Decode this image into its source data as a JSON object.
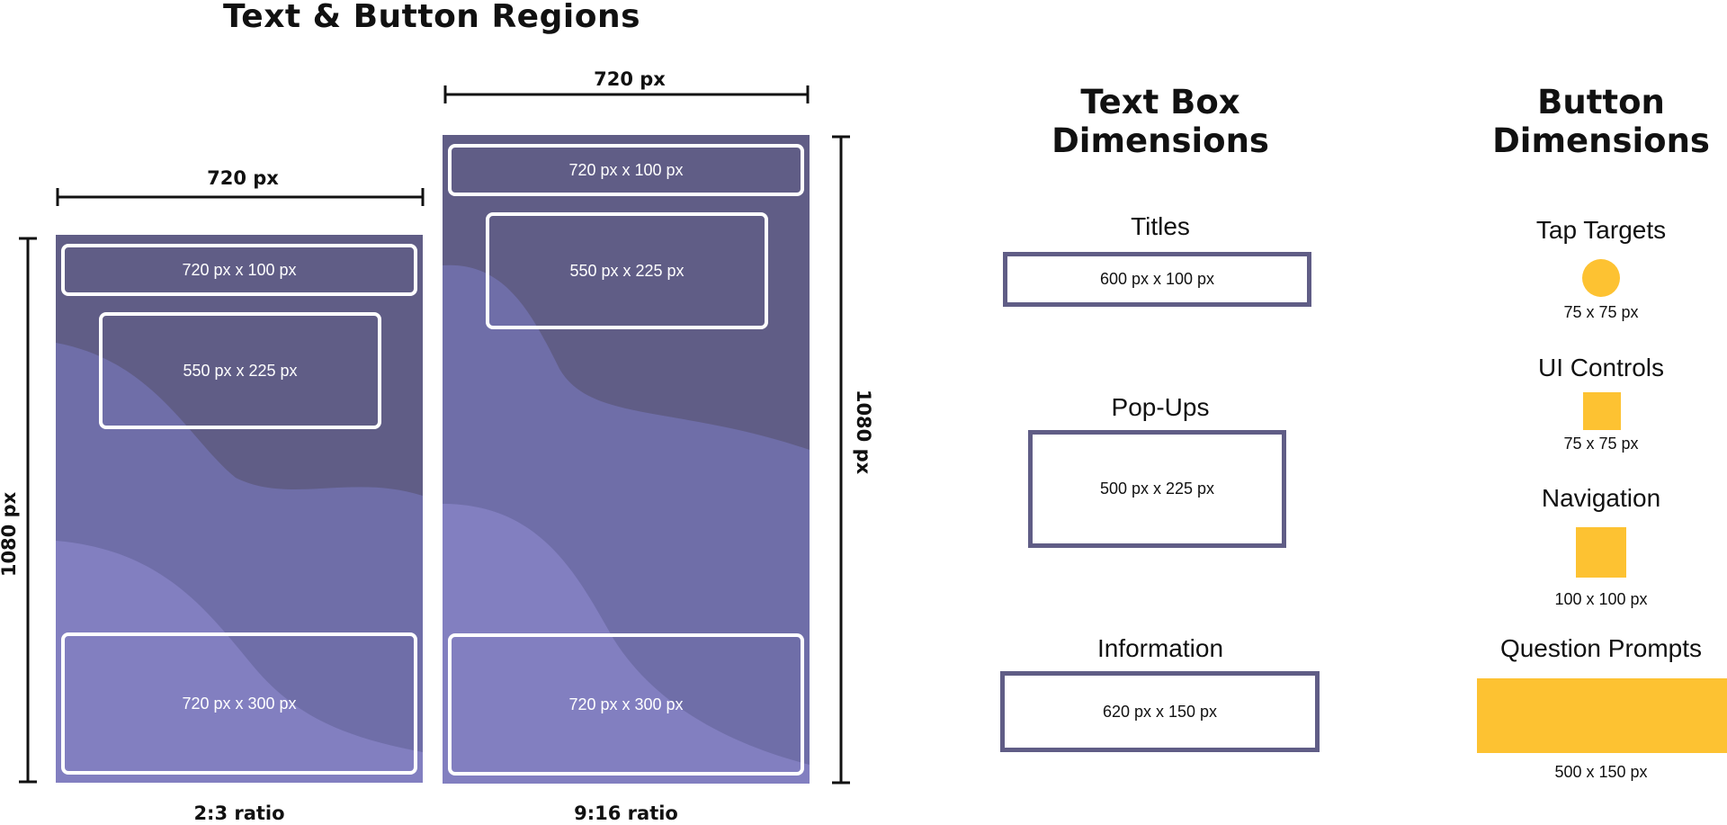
{
  "title": "Text & Button Regions",
  "colors": {
    "region_dark": "#605d86",
    "region_mid": "#6f6ea8",
    "region_light": "#827fc0",
    "button_yellow": "#fdc232",
    "box_border": "#605d86"
  },
  "phones": [
    {
      "width_label": "720 px",
      "height_label": "1080 px",
      "ratio_label": "2:3 ratio",
      "regions": [
        "720 px  x 100 px",
        "550 px  x 225 px",
        "720 px  x 300 px"
      ]
    },
    {
      "width_label": "720 px",
      "height_label": "1080 px",
      "ratio_label": "9:16 ratio",
      "regions": [
        "720 px  x 100 px",
        "550 px  x 225 px",
        "720 px  x 300 px"
      ]
    }
  ],
  "text_boxes": {
    "heading_line1": "Text Box",
    "heading_line2": "Dimensions",
    "items": [
      {
        "label": "Titles",
        "size": "600 px  x 100 px"
      },
      {
        "label": "Pop-Ups",
        "size": "500 px  x 225 px"
      },
      {
        "label": "Information",
        "size": "620 px  x 150 px"
      }
    ]
  },
  "buttons": {
    "heading_line1": "Button",
    "heading_line2": "Dimensions",
    "items": [
      {
        "label": "Tap Targets",
        "size": "75 x 75 px",
        "shape": "circle"
      },
      {
        "label": "UI Controls",
        "size": "75 x 75 px",
        "shape": "square"
      },
      {
        "label": "Navigation",
        "size": "100 x 100 px",
        "shape": "square"
      },
      {
        "label": "Question Prompts",
        "size": "500 x 150 px",
        "shape": "rectangle"
      }
    ]
  }
}
